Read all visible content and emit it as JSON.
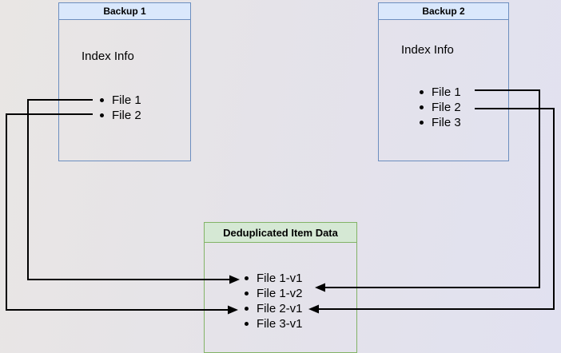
{
  "backup1": {
    "title": "Backup 1",
    "body_label": "Index Info",
    "items": [
      "File 1",
      "File 2"
    ]
  },
  "backup2": {
    "title": "Backup 2",
    "body_label": "Index Info",
    "items": [
      "File 1",
      "File 2",
      "File 3"
    ]
  },
  "dedup": {
    "title": "Deduplicated Item Data",
    "items": [
      "File 1-v1",
      "File 1-v2",
      "File 2-v1",
      "File 3-v1"
    ]
  },
  "connections": [
    {
      "from": "Backup 1 / File 1",
      "to": "File 1-v1"
    },
    {
      "from": "Backup 1 / File 2",
      "to": "File 2-v1"
    },
    {
      "from": "Backup 2 / File 1",
      "to": "File 1-v2"
    },
    {
      "from": "Backup 2 / File 2",
      "to": "File 2-v1"
    }
  ],
  "colors": {
    "backup_header_fill": "#dae8fc",
    "backup_border": "#6c8ebf",
    "dedup_header_fill": "#d5e8d4",
    "dedup_border": "#82b366",
    "connector": "#000000"
  }
}
